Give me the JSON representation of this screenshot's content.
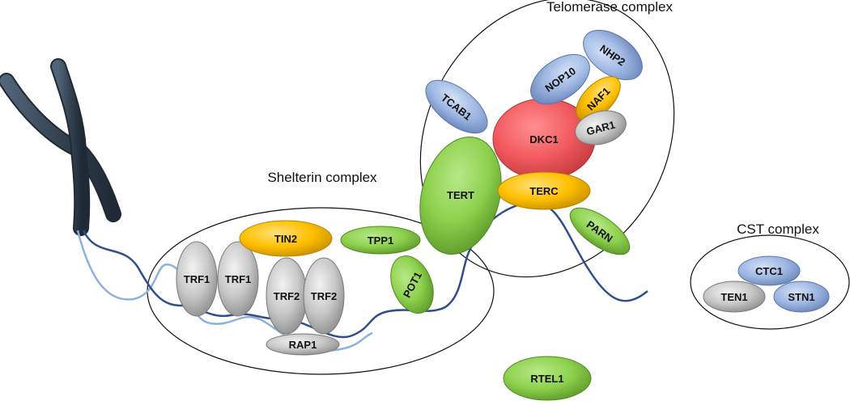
{
  "complex_titles": {
    "telomerase": "Telomerase complex",
    "shelterin": "Shelterin complex",
    "cst": "CST complex"
  },
  "proteins": {
    "trf1_a": "TRF1",
    "trf1_b": "TRF1",
    "trf2_a": "TRF2",
    "trf2_b": "TRF2",
    "rap1": "RAP1",
    "tin2": "TIN2",
    "tpp1": "TPP1",
    "pot1": "POT1",
    "tert": "TERT",
    "terc": "TERC",
    "dkc1": "DKC1",
    "tcab1": "TCAB1",
    "nop10": "NOP10",
    "nhp2": "NHP2",
    "naf1": "NAF1",
    "gar1": "GAR1",
    "parn": "PARN",
    "ctc1": "CTC1",
    "ten1": "TEN1",
    "stn1": "STN1",
    "rtel1": "RTEL1"
  },
  "colors": {
    "grey": "#c8c8c8",
    "green": "#8dd14d",
    "yellow": "#ffc000",
    "blue": "#9eb7e3",
    "red": "#f25a5e",
    "chromosome": "#3b4a5c",
    "dna_dark": "#2e4f8c",
    "dna_light": "#8fb0dd"
  }
}
